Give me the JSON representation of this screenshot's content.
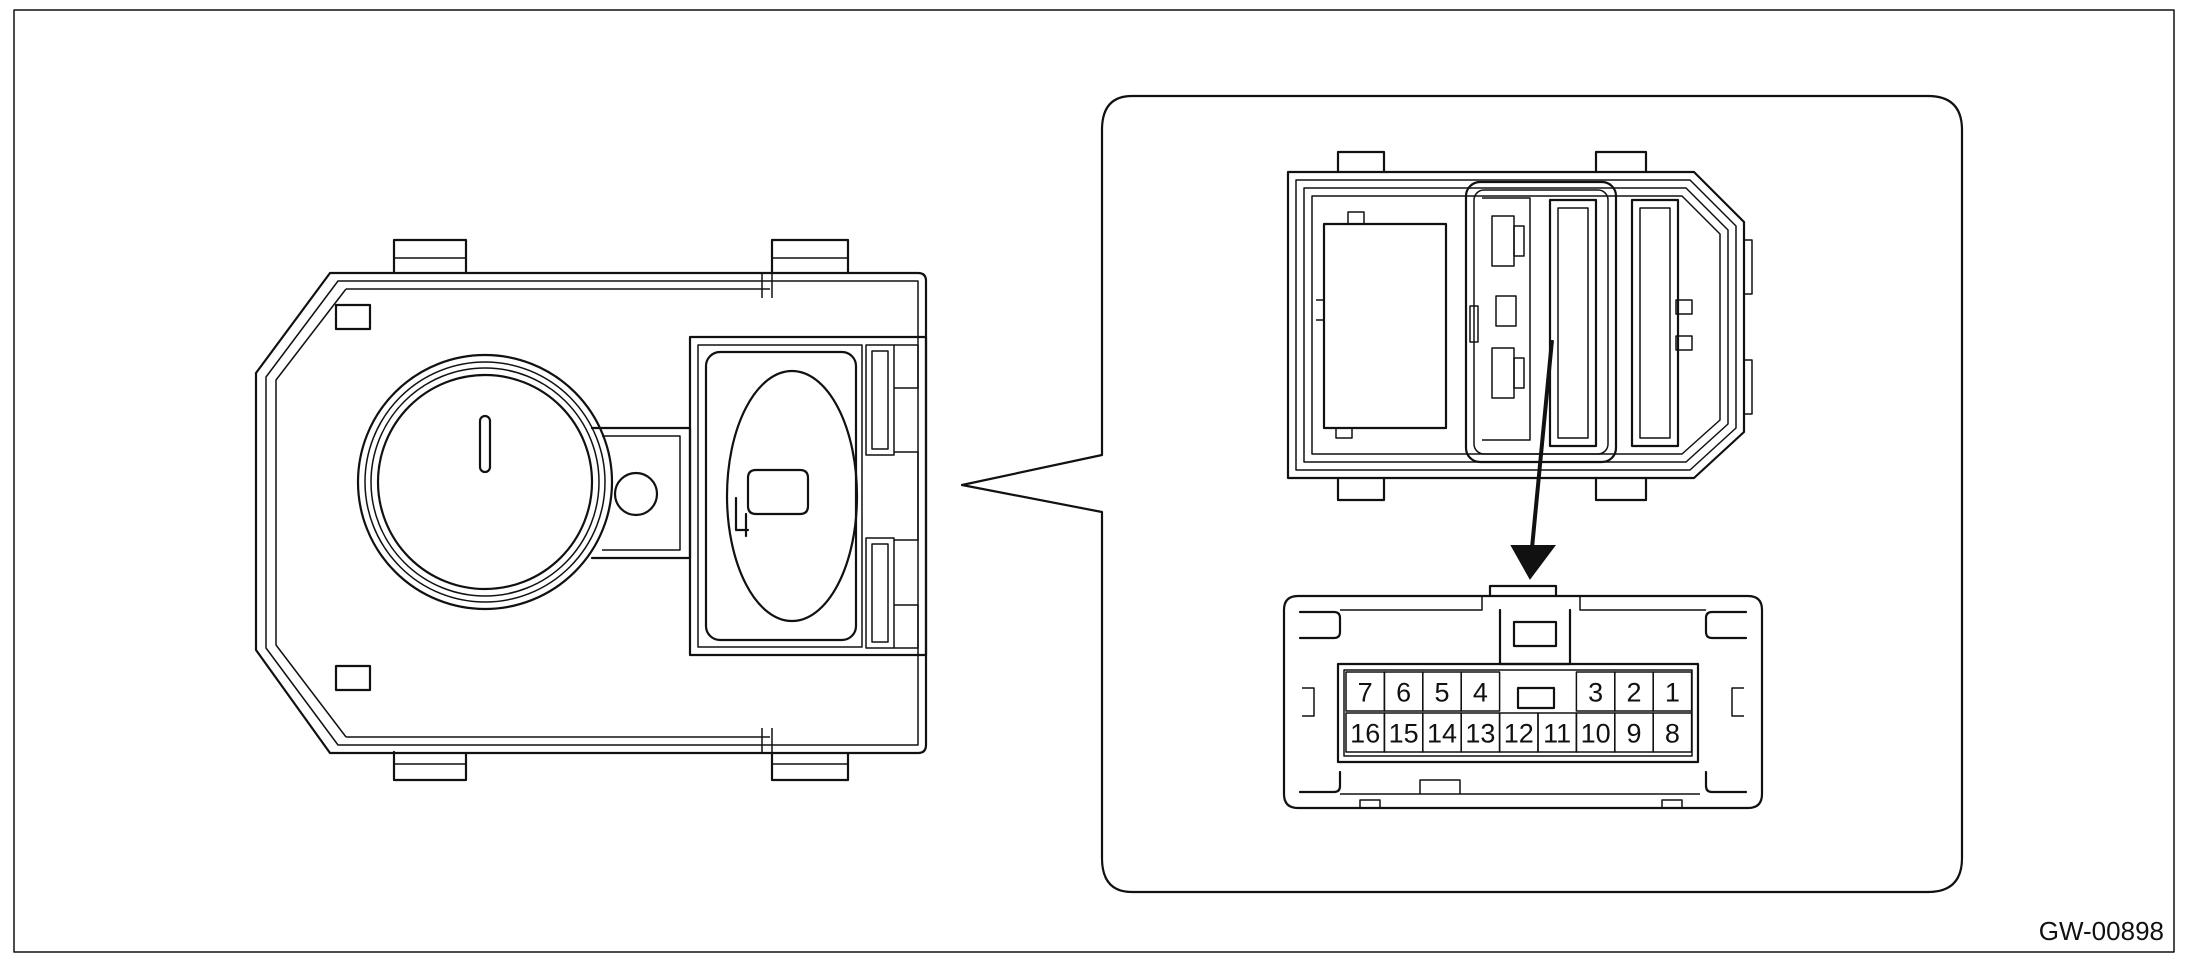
{
  "figure": {
    "code": "GW-00898"
  },
  "connector": {
    "top_row": [
      "7",
      "6",
      "5",
      "4",
      "",
      "",
      "3",
      "2",
      "1"
    ],
    "bottom_row": [
      "16",
      "15",
      "14",
      "13",
      "12",
      "11",
      "10",
      "9",
      "8"
    ]
  }
}
